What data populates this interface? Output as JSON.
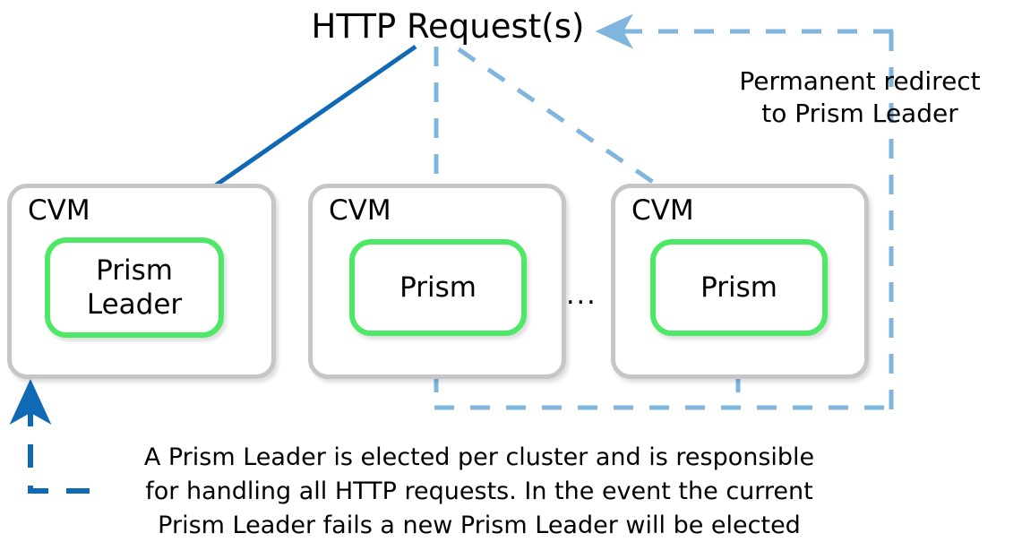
{
  "diagram": {
    "title": "HTTP Request(s)",
    "redirect_label_line1": "Permanent redirect",
    "redirect_label_line2": "to Prism Leader",
    "ellipsis": "...",
    "caption_line1": "A Prism Leader is elected per cluster and is responsible",
    "caption_line2": "for handling all HTTP requests.  In the event the current",
    "caption_line3": "Prism Leader fails a new Prism Leader will be elected",
    "nodes": [
      {
        "id": "cvm-1",
        "container_label": "CVM",
        "service_label_line1": "Prism",
        "service_label_line2": "Leader"
      },
      {
        "id": "cvm-2",
        "container_label": "CVM",
        "service_label_line1": "Prism",
        "service_label_line2": ""
      },
      {
        "id": "cvm-3",
        "container_label": "CVM",
        "service_label_line1": "Prism",
        "service_label_line2": ""
      }
    ],
    "colors": {
      "service_border_green": "#4de866",
      "container_border_gray": "#c6c6c6",
      "primary_arrow_blue": "#1069b4",
      "dashed_arrow_light_blue": "#80b5de",
      "callout_blue": "#1069b4",
      "text_black": "#000000",
      "background": "#ffffff"
    }
  }
}
